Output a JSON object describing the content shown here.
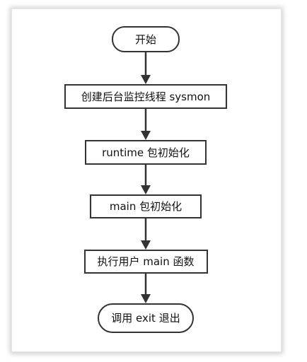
{
  "diagram": {
    "nodes": [
      {
        "id": "start",
        "shape": "terminal",
        "label": "开始"
      },
      {
        "id": "sysmon",
        "shape": "process",
        "label": "创建后台监控线程 sysmon"
      },
      {
        "id": "runtime_init",
        "shape": "process",
        "label": "runtime 包初始化"
      },
      {
        "id": "main_init",
        "shape": "process",
        "label": "main 包初始化"
      },
      {
        "id": "exec_main",
        "shape": "process",
        "label": "执行用户 main 函数"
      },
      {
        "id": "exit",
        "shape": "terminal",
        "label": "调用 exit 退出"
      }
    ],
    "edges": [
      {
        "from": "start",
        "to": "sysmon"
      },
      {
        "from": "sysmon",
        "to": "runtime_init"
      },
      {
        "from": "runtime_init",
        "to": "main_init"
      },
      {
        "from": "main_init",
        "to": "exec_main"
      },
      {
        "from": "exec_main",
        "to": "exit"
      }
    ]
  },
  "colors": {
    "stroke": "#333333",
    "text": "#111111",
    "background": "#ffffff"
  }
}
